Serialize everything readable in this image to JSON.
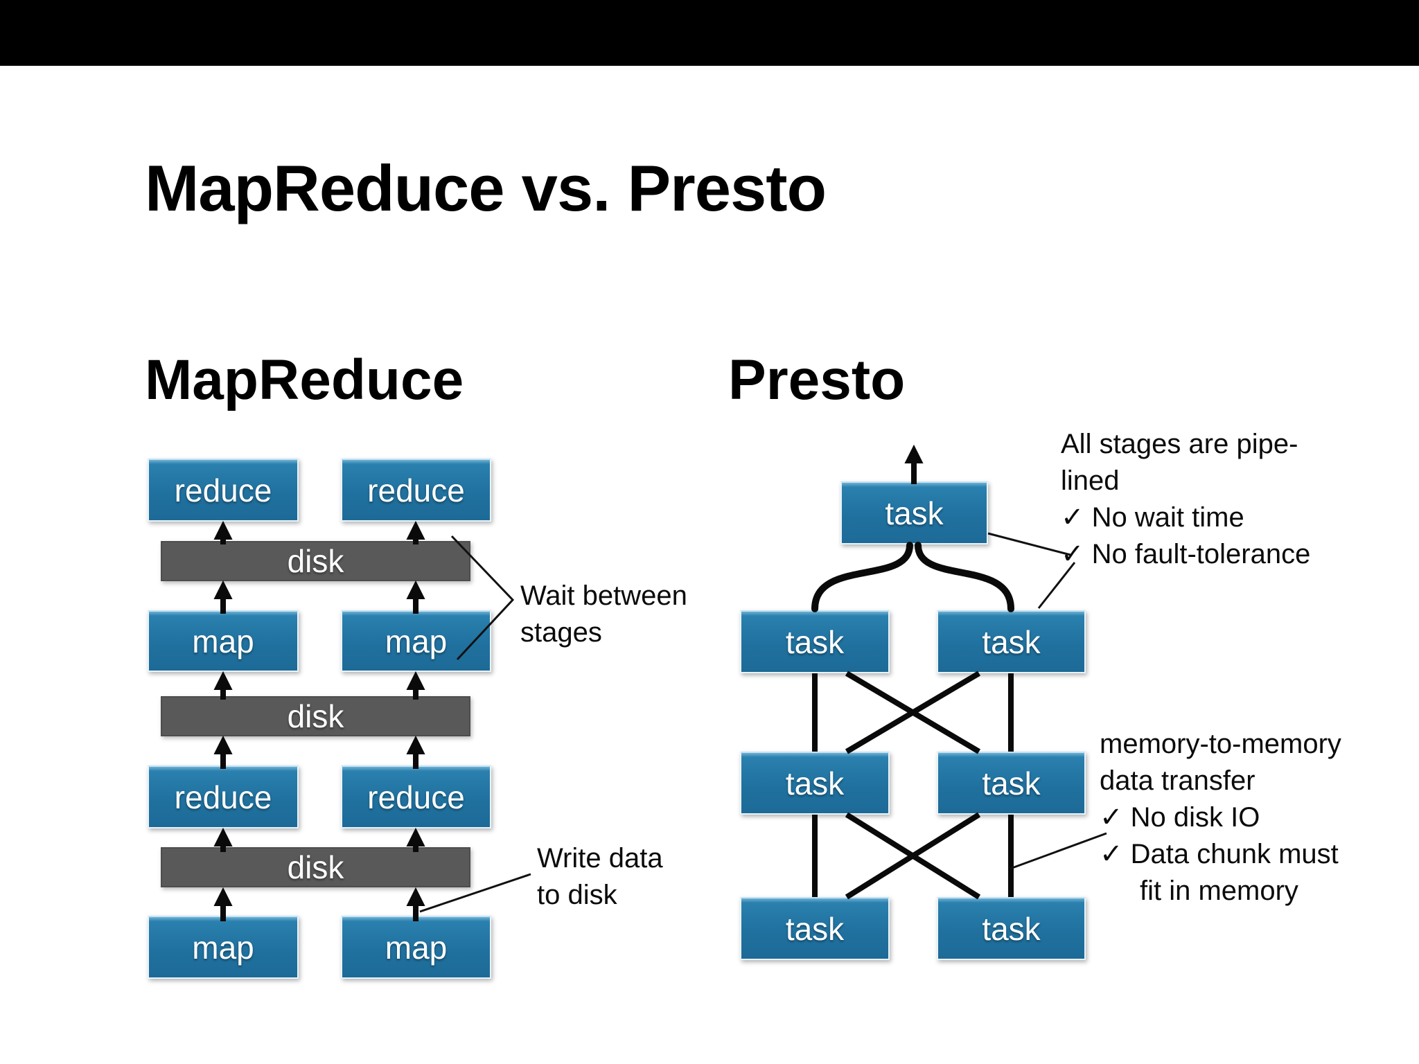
{
  "slide": {
    "title": "MapReduce vs. Presto"
  },
  "left": {
    "heading": "MapReduce",
    "box_labels": {
      "map": "map",
      "reduce": "reduce",
      "disk": "disk"
    },
    "annotations": {
      "wait": [
        "Wait between",
        "stages"
      ],
      "write": [
        "Write data",
        "to disk"
      ]
    }
  },
  "right": {
    "heading": "Presto",
    "task_label": "task",
    "annotations": {
      "pipelined": [
        "All stages are pipe-",
        "lined",
        "✓ No wait time",
        "✓ No fault-tolerance"
      ],
      "memory": [
        "memory-to-memory",
        "data transfer",
        "✓ No disk IO",
        "✓ Data chunk must",
        "fit in memory"
      ]
    }
  },
  "colors": {
    "box_blue": "#20719f",
    "disk_gray": "#595959",
    "bar_black": "#000000"
  }
}
